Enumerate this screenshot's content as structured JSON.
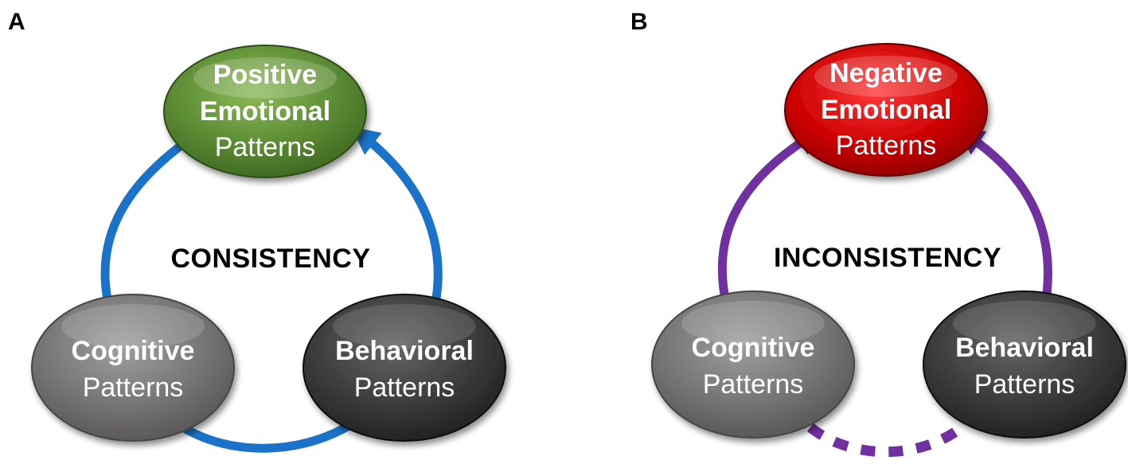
{
  "colors": {
    "positive_node": "#5a8a32",
    "negative_node": "#cc0000",
    "cognitive_node": "#757373",
    "behavioral_node": "#3a3a3a",
    "arrow_consistency": "#1a73c8",
    "arrow_inconsistency": "#7030a0"
  },
  "panel_a": {
    "letter": "A",
    "center_label": "CONSISTENCY",
    "top_node": {
      "line1": "Positive",
      "line2": "Emotional",
      "line3": "Patterns"
    },
    "left_node": {
      "line1": "Cognitive",
      "line2": "Patterns"
    },
    "right_node": {
      "line1": "Behavioral",
      "line2": "Patterns"
    }
  },
  "panel_b": {
    "letter": "B",
    "center_label": "INCONSISTENCY",
    "top_node": {
      "line1": "Negative",
      "line2": "Emotional",
      "line3": "Patterns"
    },
    "left_node": {
      "line1": "Cognitive",
      "line2": "Patterns"
    },
    "right_node": {
      "line1": "Behavioral",
      "line2": "Patterns"
    }
  }
}
